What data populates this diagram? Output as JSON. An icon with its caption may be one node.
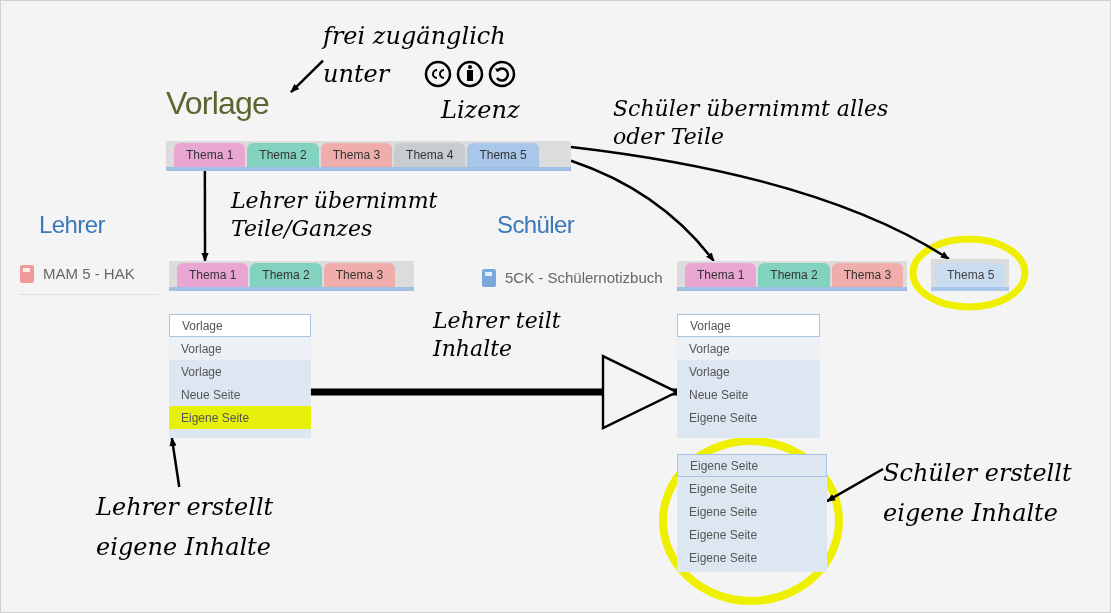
{
  "diagram": {
    "nodes": [
      {
        "text": [
          "Vorlage"
        ]
      },
      {
        "text": [
          "frei zugänglich unter",
          "Lizenz"
        ]
      },
      {
        "text": [
          "Thema 1",
          "Thema 2",
          "Thema 3",
          "Thema 4",
          "Thema 5"
        ]
      },
      {
        "text": [
          "Thema 1",
          "Thema 2",
          "Thema 3"
        ]
      },
      {
        "text": [
          "Vorlage",
          "Vorlage",
          "Vorlage",
          "Neue Seite",
          "Eigene Seite"
        ]
      },
      {
        "text": [
          "Lehrer erstellt eigene Inhalte"
        ]
      },
      {
        "text": [
          "Thema 1",
          "Thema 2",
          "Thema 3"
        ]
      },
      {
        "text": [
          "Thema 5"
        ]
      },
      {
        "text": [
          "Vorlage",
          "Vorlage",
          "Vorlage",
          "Neue Seite",
          "Eigene Seite"
        ]
      },
      {
        "text": [
          "Eigene Seite",
          "Eigene Seite",
          "Eigene Seite",
          "Eigene Seite",
          "Eigene Seite"
        ]
      },
      {
        "text": [
          "Schüler erstellt eigene Inhalte"
        ]
      }
    ],
    "edges": [
      {
        "from": 1,
        "to": 0,
        "arrow": "to"
      },
      {
        "from": 2,
        "to": 3,
        "arrow": "to",
        "label": "Lehrer übernimmt Teile/Ganzes"
      },
      {
        "from": 2,
        "to": 6,
        "arrow": "to"
      },
      {
        "from": 2,
        "to": 7,
        "arrow": "to",
        "label": "Schüler übernimmt alles oder Teile"
      },
      {
        "from": 5,
        "to": 4,
        "arrow": "to"
      },
      {
        "from": 4,
        "to": 8,
        "arrow": "to",
        "label": "Lehrer teilt Inhalte",
        "style": "thick"
      },
      {
        "from": 10,
        "to": 9,
        "arrow": "to"
      }
    ],
    "labels": [
      "Lehrer",
      "MAM 5 - HAK",
      "Schüler",
      "5CK - Schülernotizbuch"
    ]
  }
}
